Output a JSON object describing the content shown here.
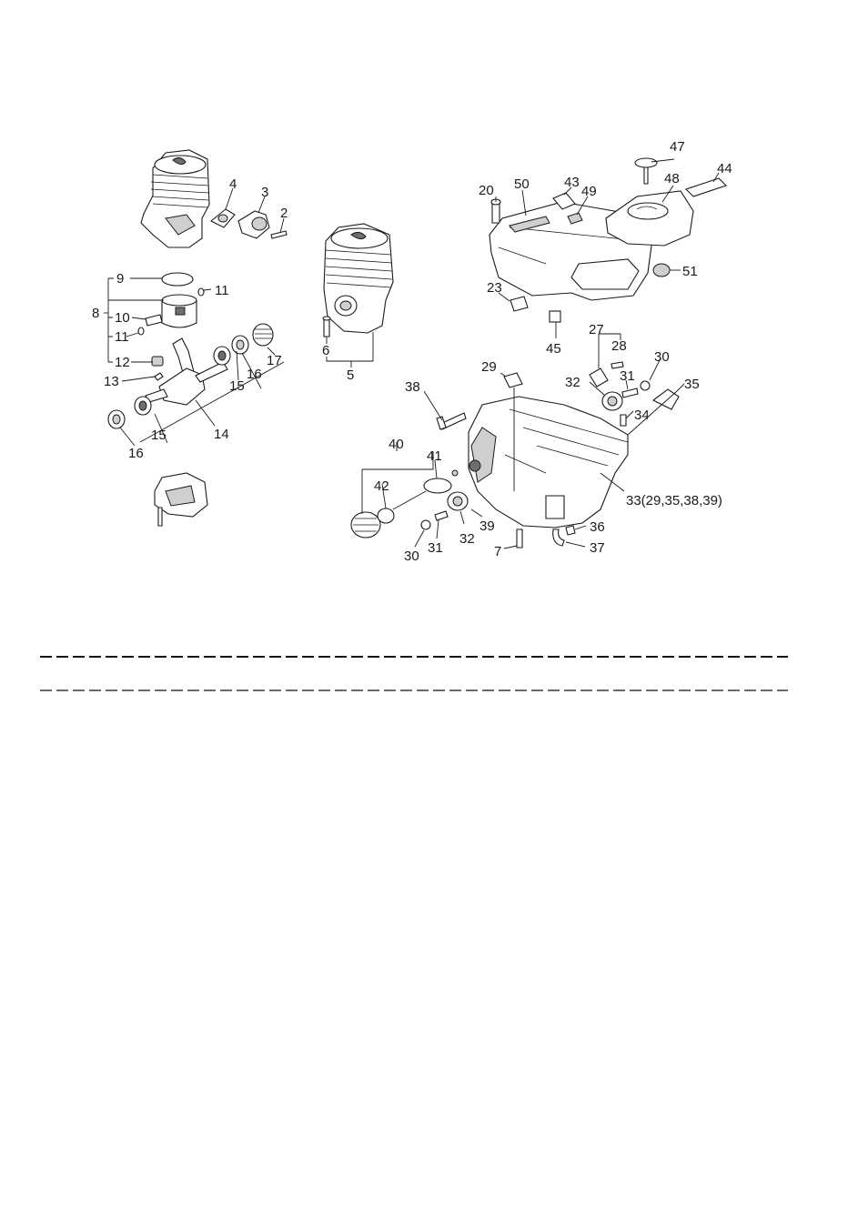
{
  "labels": [
    {
      "id": "l47",
      "text": "47"
    },
    {
      "id": "l44",
      "text": "44"
    },
    {
      "id": "l48",
      "text": "48"
    },
    {
      "id": "l20",
      "text": "20"
    },
    {
      "id": "l50",
      "text": "50"
    },
    {
      "id": "l43",
      "text": "43"
    },
    {
      "id": "l49",
      "text": "49"
    },
    {
      "id": "l51",
      "text": "51"
    },
    {
      "id": "l23",
      "text": "23"
    },
    {
      "id": "l45",
      "text": "45"
    },
    {
      "id": "l27",
      "text": "27"
    },
    {
      "id": "l28",
      "text": "28"
    },
    {
      "id": "l30a",
      "text": "30"
    },
    {
      "id": "l31a",
      "text": "31"
    },
    {
      "id": "l32a",
      "text": "32"
    },
    {
      "id": "l35",
      "text": "35"
    },
    {
      "id": "l34",
      "text": "34"
    },
    {
      "id": "l29",
      "text": "29"
    },
    {
      "id": "l38",
      "text": "38"
    },
    {
      "id": "l33",
      "text": "33(29,35,38,39)"
    },
    {
      "id": "l40",
      "text": "40"
    },
    {
      "id": "l41",
      "text": "41"
    },
    {
      "id": "l42",
      "text": "42"
    },
    {
      "id": "l39",
      "text": "39"
    },
    {
      "id": "l36",
      "text": "36"
    },
    {
      "id": "l37",
      "text": "37"
    },
    {
      "id": "l30b",
      "text": "30"
    },
    {
      "id": "l31b",
      "text": "31"
    },
    {
      "id": "l32b",
      "text": "32"
    },
    {
      "id": "l7",
      "text": "7"
    },
    {
      "id": "l4",
      "text": "4"
    },
    {
      "id": "l3",
      "text": "3"
    },
    {
      "id": "l2",
      "text": "2"
    },
    {
      "id": "l9",
      "text": "9"
    },
    {
      "id": "l11a",
      "text": "11"
    },
    {
      "id": "l8",
      "text": "8"
    },
    {
      "id": "l10",
      "text": "10"
    },
    {
      "id": "l11b",
      "text": "11"
    },
    {
      "id": "l12",
      "text": "12"
    },
    {
      "id": "l13",
      "text": "13"
    },
    {
      "id": "l17",
      "text": "17"
    },
    {
      "id": "l16a",
      "text": "16"
    },
    {
      "id": "l15a",
      "text": "15"
    },
    {
      "id": "l14",
      "text": "14"
    },
    {
      "id": "l15b",
      "text": "15"
    },
    {
      "id": "l16b",
      "text": "16"
    },
    {
      "id": "l6",
      "text": "6"
    },
    {
      "id": "l5",
      "text": "5"
    }
  ],
  "colors": {
    "ink": "#1a1a1a",
    "paper": "#ffffff"
  }
}
